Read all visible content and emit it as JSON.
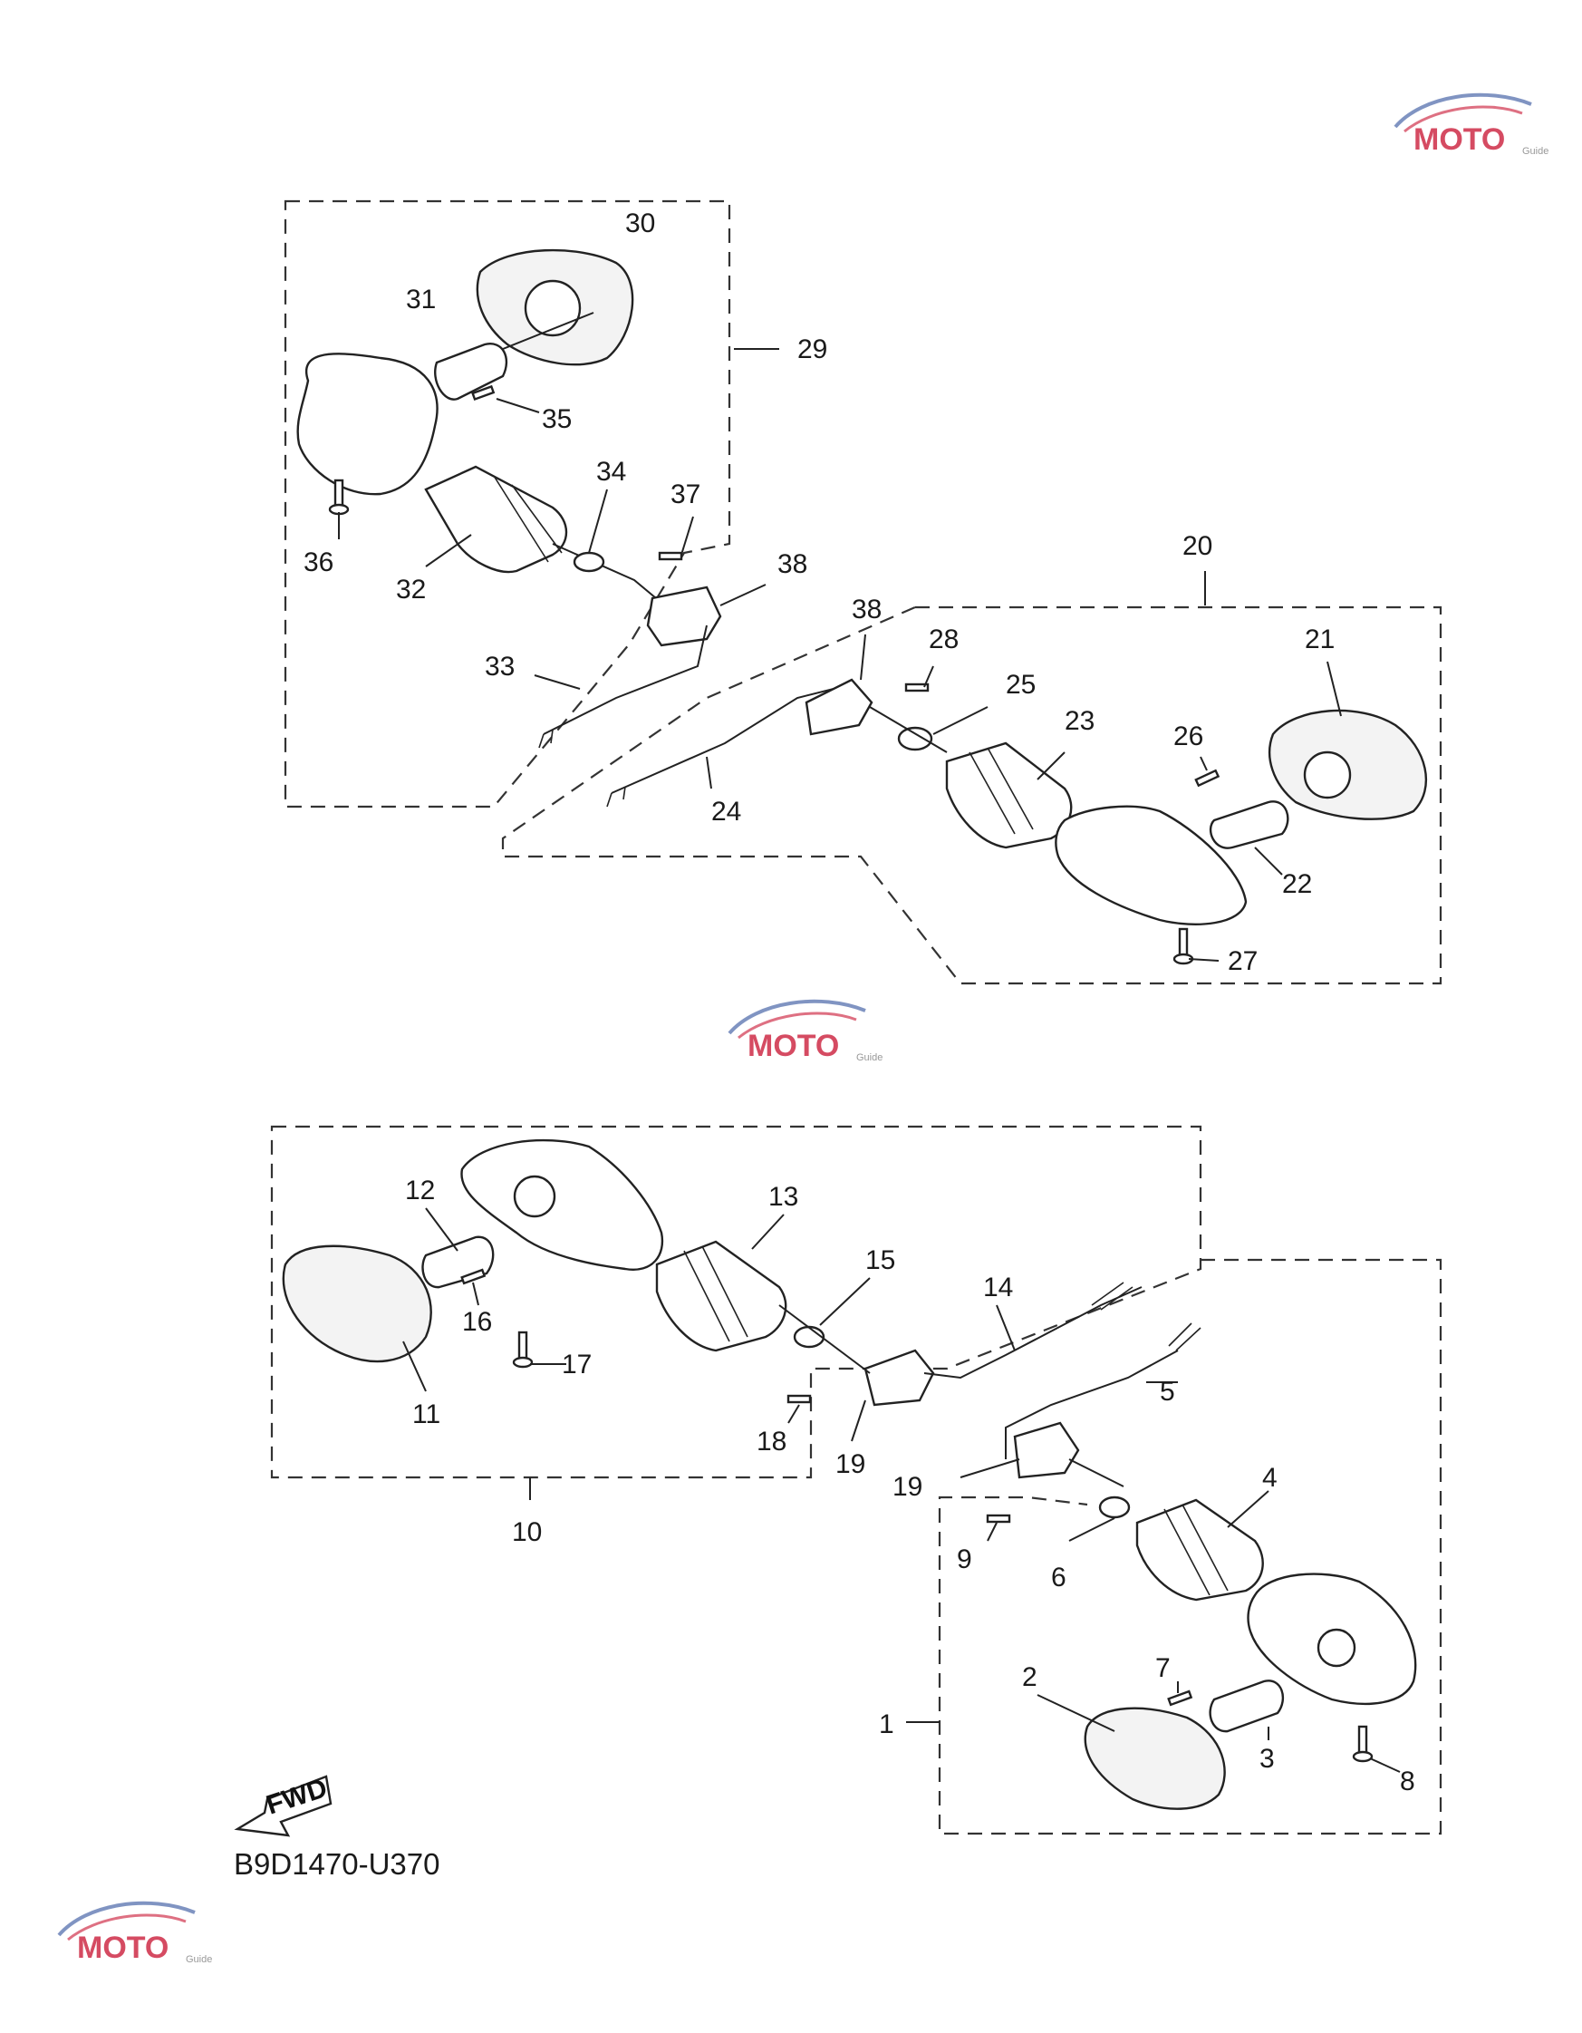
{
  "diagram_code": "B9D1470-U370",
  "fwd_label": "FWD",
  "watermark": {
    "text": "MOTO",
    "subtext": "Guide"
  },
  "labels": {
    "p1": "1",
    "p2": "2",
    "p3": "3",
    "p4": "4",
    "p5": "5",
    "p6": "6",
    "p7": "7",
    "p8": "8",
    "p9": "9",
    "p10": "10",
    "p11": "11",
    "p12": "12",
    "p13": "13",
    "p14": "14",
    "p15": "15",
    "p16": "16",
    "p17": "17",
    "p18": "18",
    "p19a": "19",
    "p19b": "19",
    "p20": "20",
    "p21": "21",
    "p22": "22",
    "p23": "23",
    "p24": "24",
    "p25": "25",
    "p26": "26",
    "p27": "27",
    "p28": "28",
    "p29": "29",
    "p30": "30",
    "p31": "31",
    "p32": "32",
    "p33": "33",
    "p34": "34",
    "p35": "35",
    "p36": "36",
    "p37": "37",
    "p38a": "38",
    "p38b": "38"
  },
  "colors": {
    "watermark_red": "#c8102e",
    "watermark_blue": "#2b4d9a",
    "line": "#222222"
  }
}
